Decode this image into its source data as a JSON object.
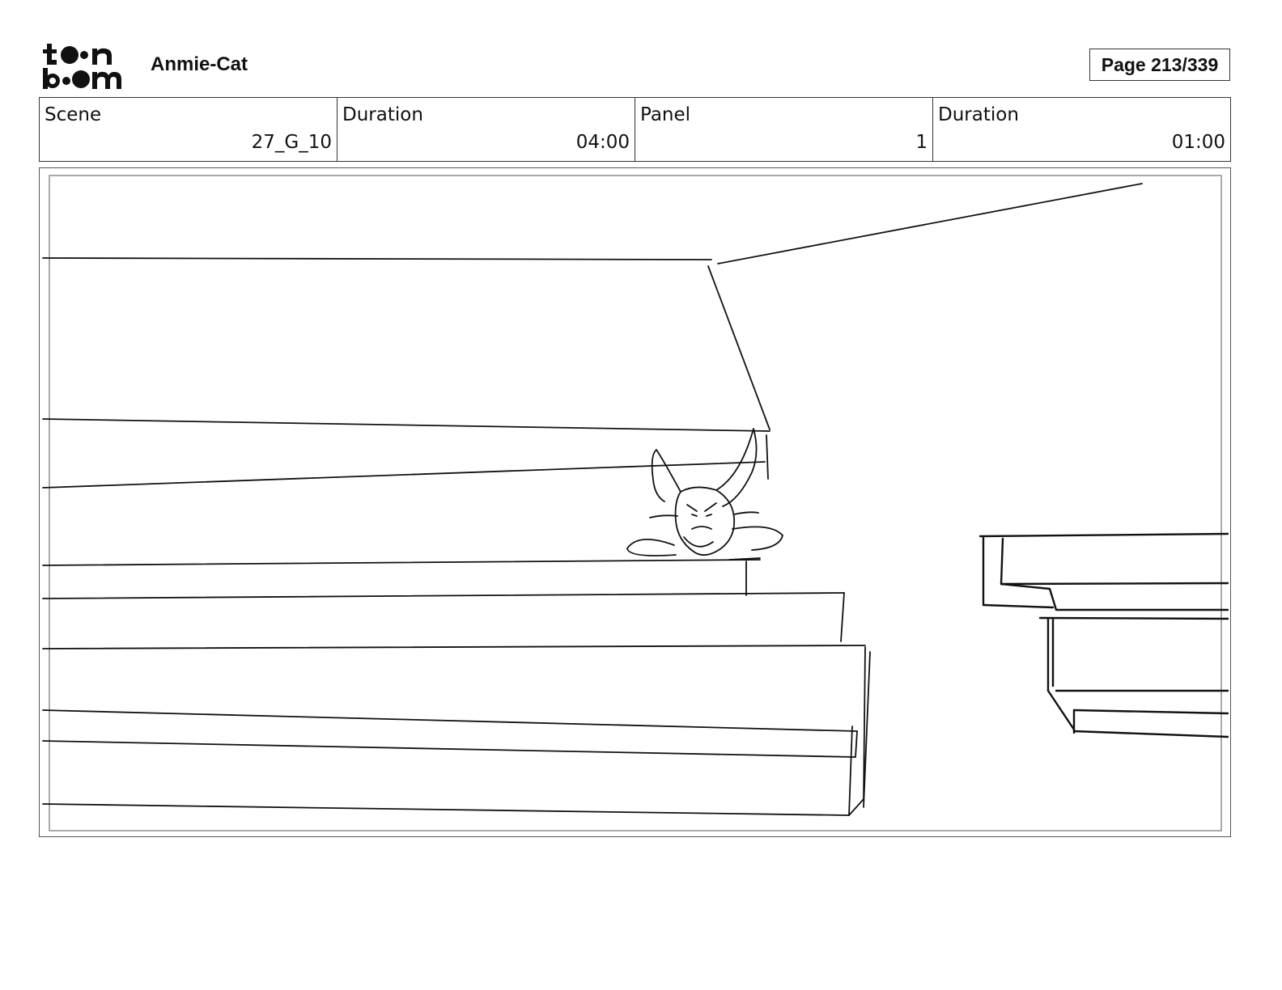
{
  "header": {
    "logo_top": "to•n",
    "logo_bottom": "b••m",
    "project_title": "Anmie-Cat",
    "page_label": "Page 213/339"
  },
  "info": [
    {
      "label": "Scene",
      "value": "27_G_10"
    },
    {
      "label": "Duration",
      "value": "04:00"
    },
    {
      "label": "Panel",
      "value": "1"
    },
    {
      "label": "Duration",
      "value": "01:00"
    }
  ],
  "colors": {
    "ink": "#111111",
    "frame": "#555555",
    "inner_frame": "#aaaaaa"
  },
  "panel": {
    "sketch_subject": "staircase-with-cat"
  }
}
